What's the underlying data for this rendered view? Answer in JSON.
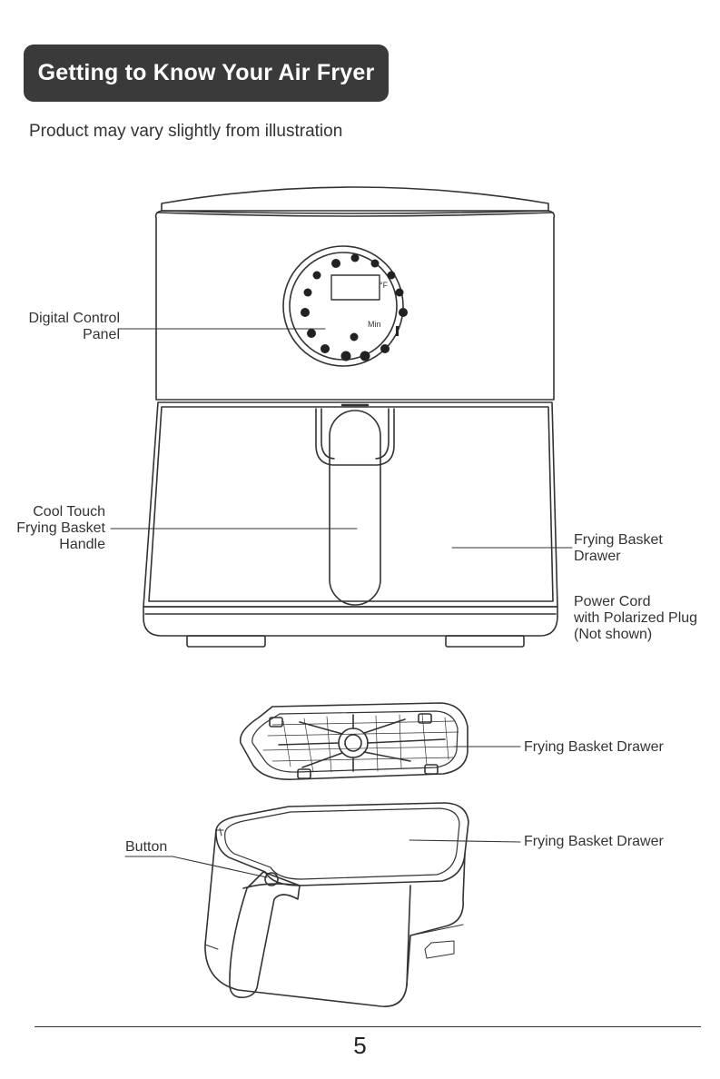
{
  "header": {
    "title": "Getting to Know Your Air Fryer",
    "subtitle": "Product may vary slightly from illustration"
  },
  "panel": {
    "unit": "°F",
    "mode": "Min"
  },
  "labels": {
    "digital_control_line1": "Digital Control",
    "digital_control_line2": "Panel",
    "handle_line1": "Cool Touch",
    "handle_line2": "Frying Basket",
    "handle_line3": "Handle",
    "drawer_line1": "Frying Basket",
    "drawer_line2": "Drawer",
    "cord_line1": "Power Cord",
    "cord_line2": "with Polarized Plug",
    "cord_line3": "(Not shown)",
    "tray": "Frying Basket Drawer",
    "basket": "Frying Basket Drawer",
    "button": "Button"
  },
  "footer": {
    "page_number": "5"
  }
}
